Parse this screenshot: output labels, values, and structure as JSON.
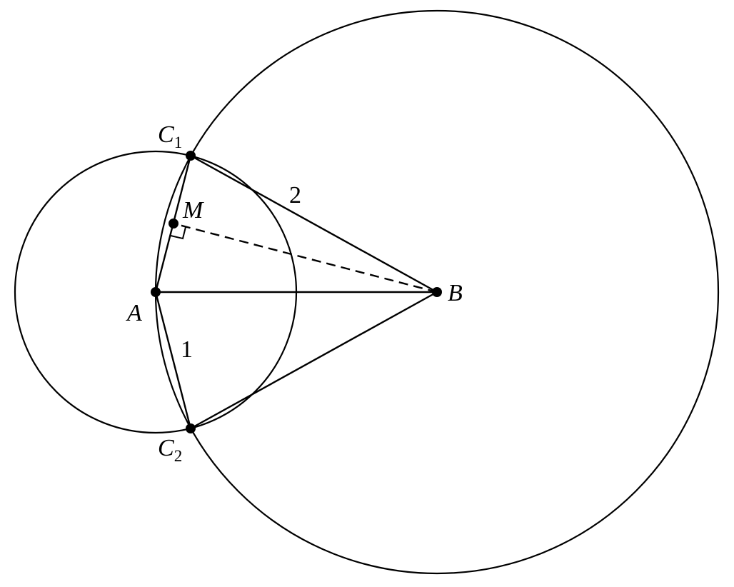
{
  "points": {
    "A": {
      "label": "A"
    },
    "B": {
      "label": "B"
    },
    "C1": {
      "letter": "C",
      "index": "1"
    },
    "C2": {
      "letter": "C",
      "index": "2"
    },
    "M": {
      "label": "M"
    }
  },
  "segment_labels": {
    "BC1": "2",
    "AC2": "1"
  },
  "colors": {
    "stroke": "#000000",
    "background": "#ffffff"
  }
}
